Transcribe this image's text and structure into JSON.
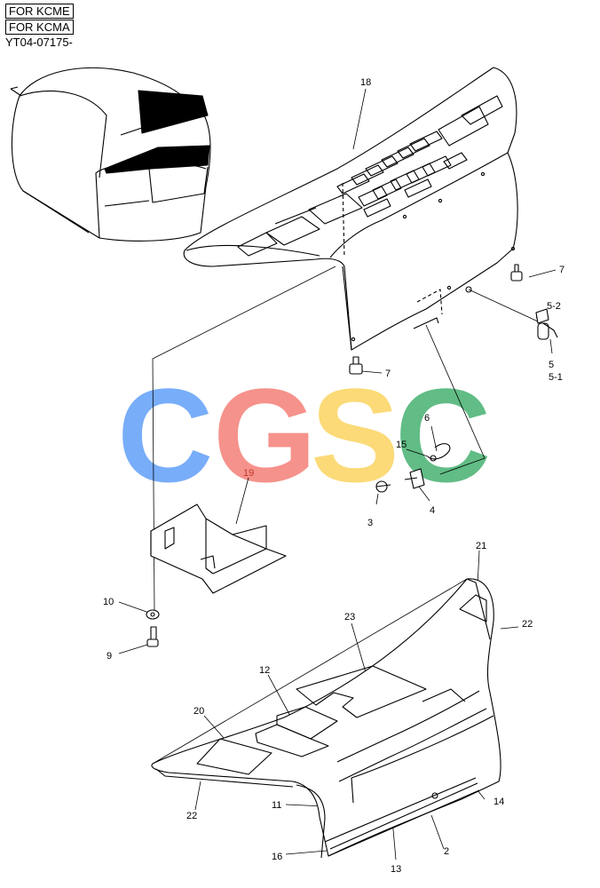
{
  "header": {
    "line1": "FOR KCME",
    "line2": "FOR KCMA",
    "code": "YT04-07175-"
  },
  "watermark": {
    "letters": [
      "C",
      "G",
      "S",
      "C"
    ],
    "colors": [
      "#5b9cf8",
      "#f47b72",
      "#fbd35a",
      "#3fae6b"
    ]
  },
  "callouts": {
    "c18": "18",
    "c7a": "7",
    "c7b": "7",
    "c52": "5-2",
    "c5": "5",
    "c51": "5-1",
    "c6": "6",
    "c15": "15",
    "c19": "19",
    "c3": "3",
    "c4": "4",
    "c10": "10",
    "c9": "9",
    "c21": "21",
    "c22a": "22",
    "c23": "23",
    "c12": "12",
    "c20": "20",
    "c14": "14",
    "c22b": "22",
    "c11": "11",
    "c16": "16",
    "c13": "13",
    "c2": "2"
  }
}
